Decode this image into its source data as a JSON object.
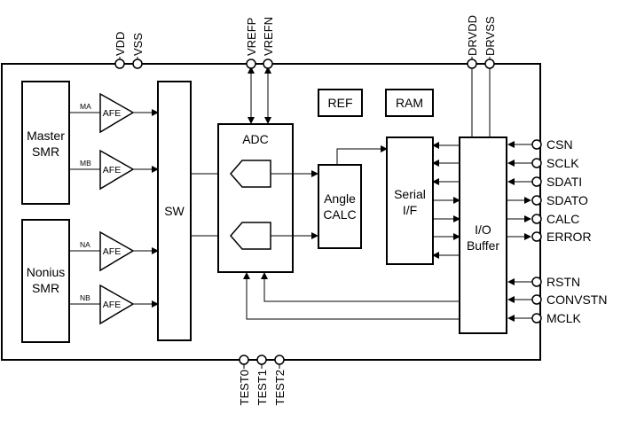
{
  "blocks": {
    "master_smr": [
      "Master",
      "SMR"
    ],
    "nonius_smr": [
      "Nonius",
      "SMR"
    ],
    "afe": "AFE",
    "sw": "SW",
    "adc": "ADC",
    "angle_calc": [
      "Angle",
      "CALC"
    ],
    "serial_if": [
      "Serial",
      "I/F"
    ],
    "io_buffer": [
      "I/O",
      "Buffer"
    ],
    "ref": "REF",
    "ram": "RAM"
  },
  "signals": {
    "ma": "MA",
    "mb": "MB",
    "na": "NA",
    "nb": "NB"
  },
  "pins": {
    "top": [
      "VDD",
      "VSS",
      "VREFP",
      "VREFN",
      "DRVDD",
      "DRVSS"
    ],
    "bottom": [
      "TEST0",
      "TEST1",
      "TEST2"
    ],
    "right": [
      "CSN",
      "SCLK",
      "SDATI",
      "SDATO",
      "CALC",
      "ERROR",
      "RSTN",
      "CONVSTN",
      "MCLK"
    ]
  }
}
